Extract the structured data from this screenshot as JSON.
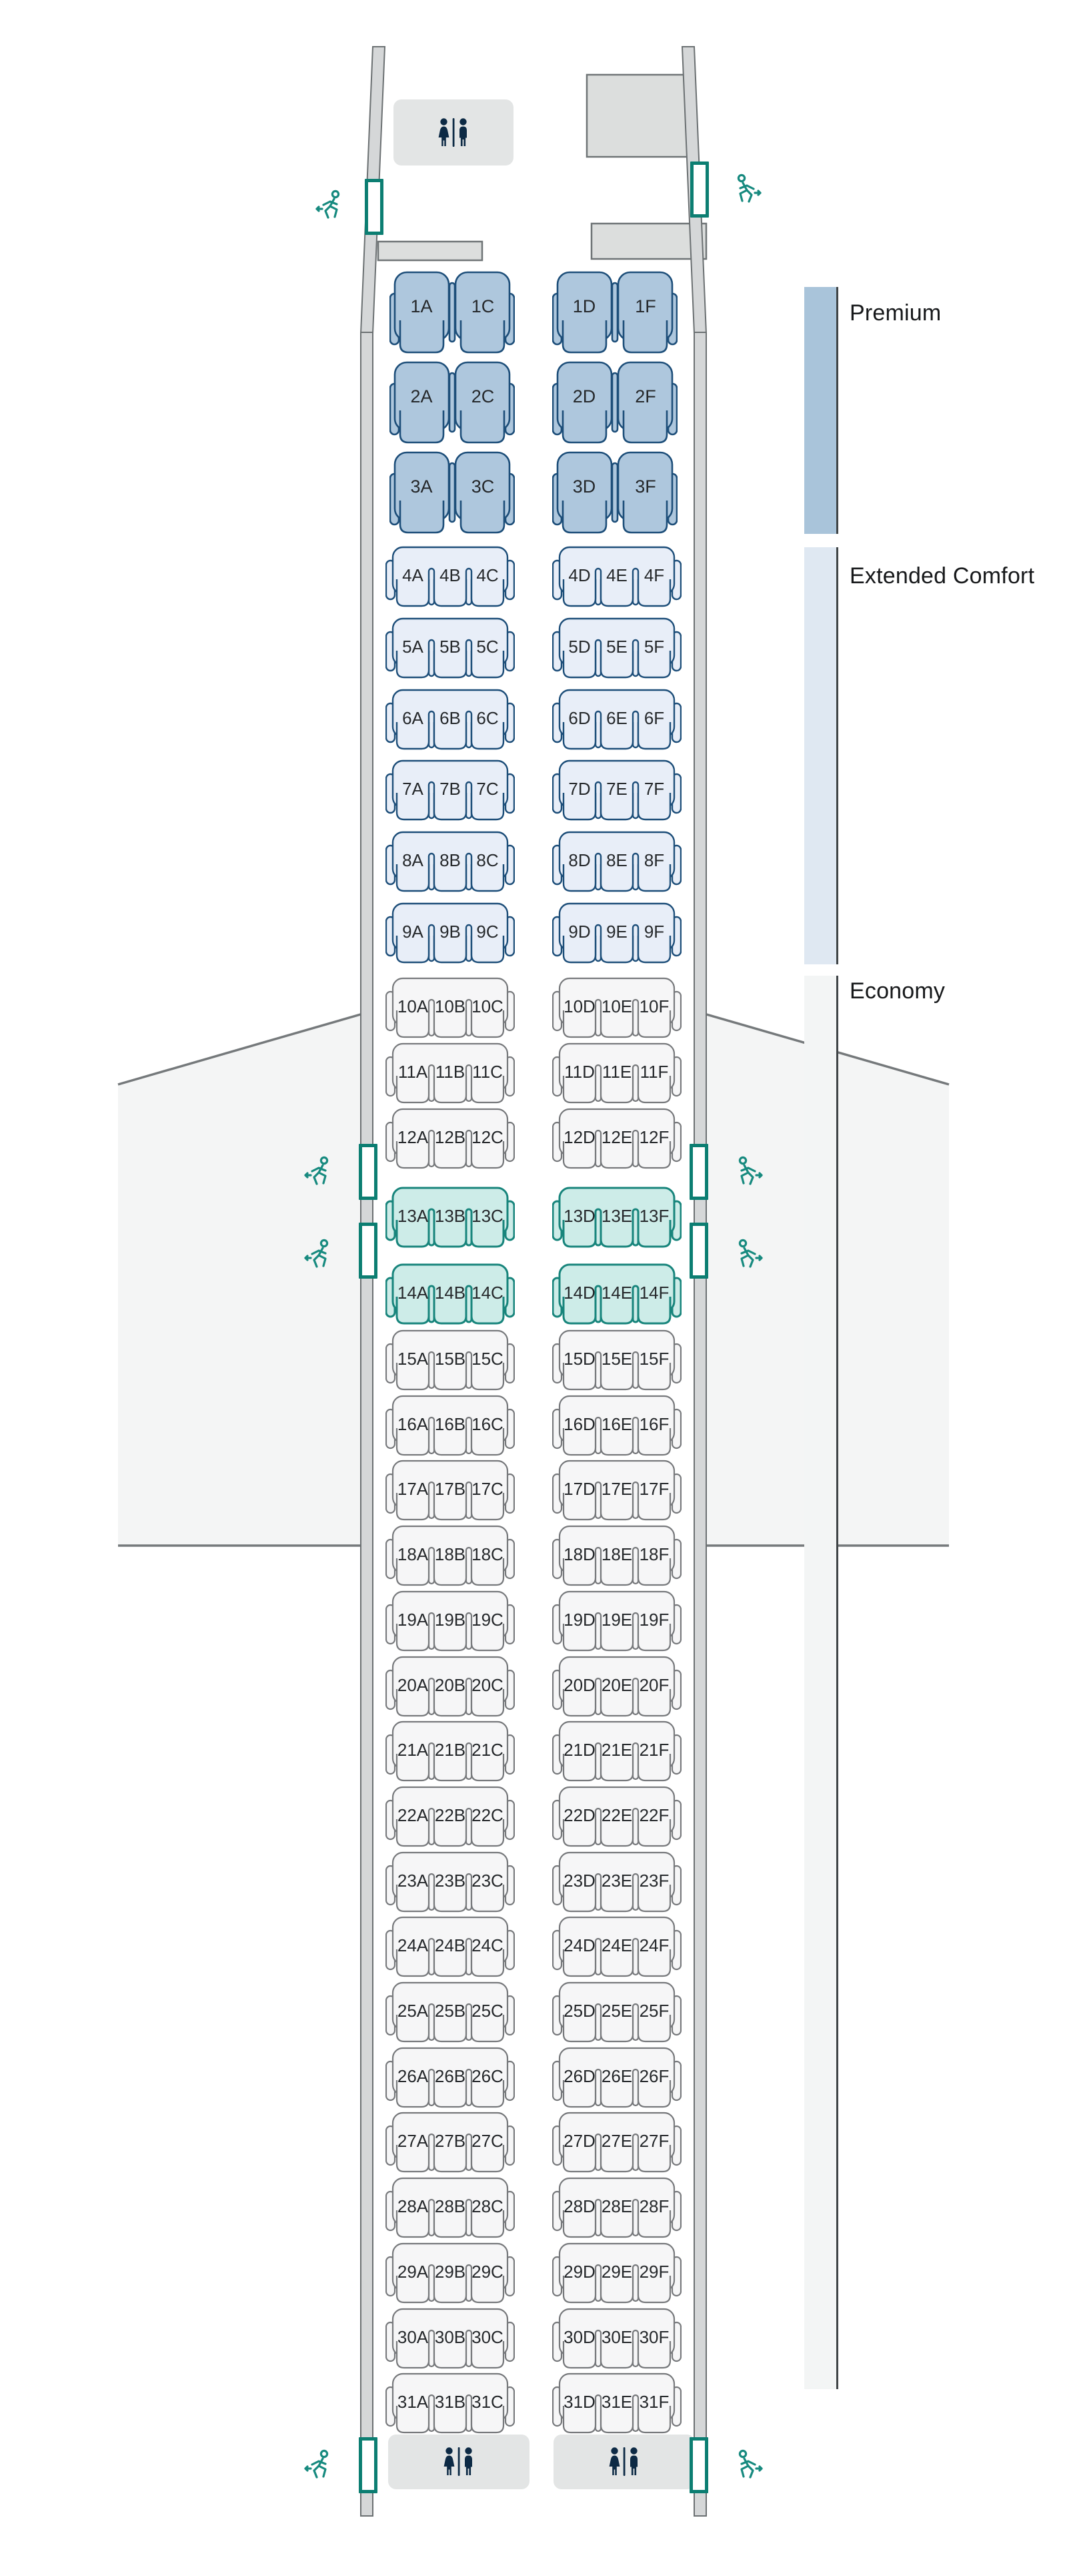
{
  "legend": {
    "items": [
      {
        "id": "premium",
        "label": "Premium"
      },
      {
        "id": "extended",
        "label": "Extended Comfort"
      },
      {
        "id": "economy",
        "label": "Economy"
      }
    ]
  },
  "icons": {
    "lavatory": "wc-icon",
    "exit": "running-person-icon",
    "door": "exit-door"
  },
  "colors": {
    "premium_fill": "#aec7dd",
    "premium_stroke": "#1d4e79",
    "extended_fill": "#e8eef8",
    "extended_stroke": "#1d4e79",
    "economy_fill": "#f6f6f7",
    "economy_stroke": "#77797c",
    "exit_fill": "#cdece8",
    "exit_stroke": "#18857c",
    "wall_fill": "#d5d7d8",
    "wall_stroke": "#6b7072",
    "galley_fill": "#dcdedd",
    "galley_stroke": "#6f7476",
    "wing_fill": "#f4f5f5",
    "wing_stroke": "#75797b",
    "door_teal": "#0c7e72",
    "run_teal": "#178a7f",
    "wc_navy": "#0d2a45",
    "label_color": "#26292c"
  },
  "cabin": {
    "premium_rows": [
      {
        "row": 1,
        "left": [
          "1A",
          "1C"
        ],
        "right": [
          "1D",
          "1F"
        ]
      },
      {
        "row": 2,
        "left": [
          "2A",
          "2C"
        ],
        "right": [
          "2D",
          "2F"
        ]
      },
      {
        "row": 3,
        "left": [
          "3A",
          "3C"
        ],
        "right": [
          "3D",
          "3F"
        ]
      }
    ],
    "extended_rows": [
      {
        "row": 4,
        "left": [
          "4A",
          "4B",
          "4C"
        ],
        "right": [
          "4D",
          "4E",
          "4F"
        ]
      },
      {
        "row": 5,
        "left": [
          "5A",
          "5B",
          "5C"
        ],
        "right": [
          "5D",
          "5E",
          "5F"
        ]
      },
      {
        "row": 6,
        "left": [
          "6A",
          "6B",
          "6C"
        ],
        "right": [
          "6D",
          "6E",
          "6F"
        ]
      },
      {
        "row": 7,
        "left": [
          "7A",
          "7B",
          "7C"
        ],
        "right": [
          "7D",
          "7E",
          "7F"
        ]
      },
      {
        "row": 8,
        "left": [
          "8A",
          "8B",
          "8C"
        ],
        "right": [
          "8D",
          "8E",
          "8F"
        ]
      },
      {
        "row": 9,
        "left": [
          "9A",
          "9B",
          "9C"
        ],
        "right": [
          "9D",
          "9E",
          "9F"
        ]
      }
    ],
    "economy_rows": [
      {
        "row": 10,
        "left": [
          "10A",
          "10B",
          "10C"
        ],
        "right": [
          "10D",
          "10E",
          "10F"
        ],
        "exit": false
      },
      {
        "row": 11,
        "left": [
          "11A",
          "11B",
          "11C"
        ],
        "right": [
          "11D",
          "11E",
          "11F"
        ],
        "exit": false
      },
      {
        "row": 12,
        "left": [
          "12A",
          "12B",
          "12C"
        ],
        "right": [
          "12D",
          "12E",
          "12F"
        ],
        "exit": false
      },
      {
        "row": 13,
        "left": [
          "13A",
          "13B",
          "13C"
        ],
        "right": [
          "13D",
          "13E",
          "13F"
        ],
        "exit": true
      },
      {
        "row": 14,
        "left": [
          "14A",
          "14B",
          "14C"
        ],
        "right": [
          "14D",
          "14E",
          "14F"
        ],
        "exit": true
      },
      {
        "row": 15,
        "left": [
          "15A",
          "15B",
          "15C"
        ],
        "right": [
          "15D",
          "15E",
          "15F"
        ],
        "exit": false
      },
      {
        "row": 16,
        "left": [
          "16A",
          "16B",
          "16C"
        ],
        "right": [
          "16D",
          "16E",
          "16F"
        ],
        "exit": false
      },
      {
        "row": 17,
        "left": [
          "17A",
          "17B",
          "17C"
        ],
        "right": [
          "17D",
          "17E",
          "17F"
        ],
        "exit": false
      },
      {
        "row": 18,
        "left": [
          "18A",
          "18B",
          "18C"
        ],
        "right": [
          "18D",
          "18E",
          "18F"
        ],
        "exit": false
      },
      {
        "row": 19,
        "left": [
          "19A",
          "19B",
          "19C"
        ],
        "right": [
          "19D",
          "19E",
          "19F"
        ],
        "exit": false
      },
      {
        "row": 20,
        "left": [
          "20A",
          "20B",
          "20C"
        ],
        "right": [
          "20D",
          "20E",
          "20F"
        ],
        "exit": false
      },
      {
        "row": 21,
        "left": [
          "21A",
          "21B",
          "21C"
        ],
        "right": [
          "21D",
          "21E",
          "21F"
        ],
        "exit": false
      },
      {
        "row": 22,
        "left": [
          "22A",
          "22B",
          "22C"
        ],
        "right": [
          "22D",
          "22E",
          "22F"
        ],
        "exit": false
      },
      {
        "row": 23,
        "left": [
          "23A",
          "23B",
          "23C"
        ],
        "right": [
          "23D",
          "23E",
          "23F"
        ],
        "exit": false
      },
      {
        "row": 24,
        "left": [
          "24A",
          "24B",
          "24C"
        ],
        "right": [
          "24D",
          "24E",
          "24F"
        ],
        "exit": false
      },
      {
        "row": 25,
        "left": [
          "25A",
          "25B",
          "25C"
        ],
        "right": [
          "25D",
          "25E",
          "25F"
        ],
        "exit": false
      },
      {
        "row": 26,
        "left": [
          "26A",
          "26B",
          "26C"
        ],
        "right": [
          "26D",
          "26E",
          "26F"
        ],
        "exit": false
      },
      {
        "row": 27,
        "left": [
          "27A",
          "27B",
          "27C"
        ],
        "right": [
          "27D",
          "27E",
          "27F"
        ],
        "exit": false
      },
      {
        "row": 28,
        "left": [
          "28A",
          "28B",
          "28C"
        ],
        "right": [
          "28D",
          "28E",
          "28F"
        ],
        "exit": false
      },
      {
        "row": 29,
        "left": [
          "29A",
          "29B",
          "29C"
        ],
        "right": [
          "29D",
          "29E",
          "29F"
        ],
        "exit": false
      },
      {
        "row": 30,
        "left": [
          "30A",
          "30B",
          "30C"
        ],
        "right": [
          "30D",
          "30E",
          "30F"
        ],
        "exit": false
      },
      {
        "row": 31,
        "left": [
          "31A",
          "31B",
          "31C"
        ],
        "right": [
          "31D",
          "31E",
          "31F"
        ],
        "exit": false
      }
    ]
  }
}
